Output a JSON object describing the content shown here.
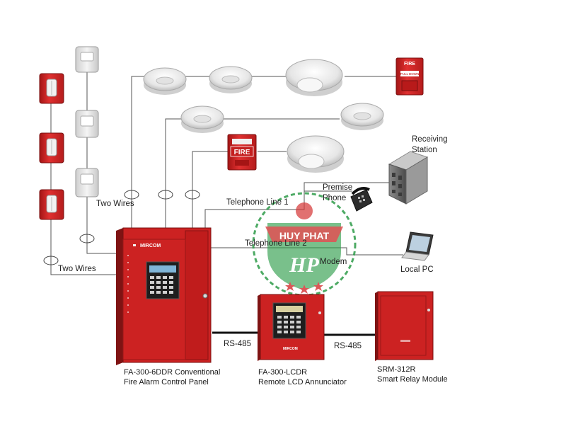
{
  "labels": {
    "two_wires_upper": "Two Wires",
    "two_wires_lower": "Two Wires",
    "telephone_line_1": "Telephone Line 1",
    "telephone_line_2": "Telephone Line 2",
    "modem": "Modem",
    "receiving_station_l1": "Receiving",
    "receiving_station_l2": "Station",
    "premise_phone_l1": "Premise",
    "premise_phone_l2": "Phone",
    "local_pc": "Local PC",
    "rs485_left": "RS-485",
    "rs485_right": "RS-485"
  },
  "devices": {
    "control_panel": {
      "caption_l1": "FA-300-6DDR Conventional",
      "caption_l2": "Fire Alarm Control Panel",
      "brand": "MIRCOM"
    },
    "annunciator": {
      "caption_l1": "FA-300-LCDR",
      "caption_l2": "Remote LCD Annunciator",
      "brand": "MIRCOM"
    },
    "relay_module": {
      "caption_l1": "SRM-312R",
      "caption_l2": "Smart Relay Module"
    },
    "pull_station_fire_text": "FIRE",
    "pull_station_top_text": "FIRE",
    "pull_station_top_sub": "PULL DOWN"
  },
  "watermark": {
    "text": "HUY PHAT",
    "monogram": "HP"
  },
  "colors": {
    "device_red": "#d42a2a",
    "panel_red": "#cc2222",
    "wire": "#555555",
    "watermark_red": "#d63a3a",
    "watermark_green": "#2e9c4a"
  }
}
